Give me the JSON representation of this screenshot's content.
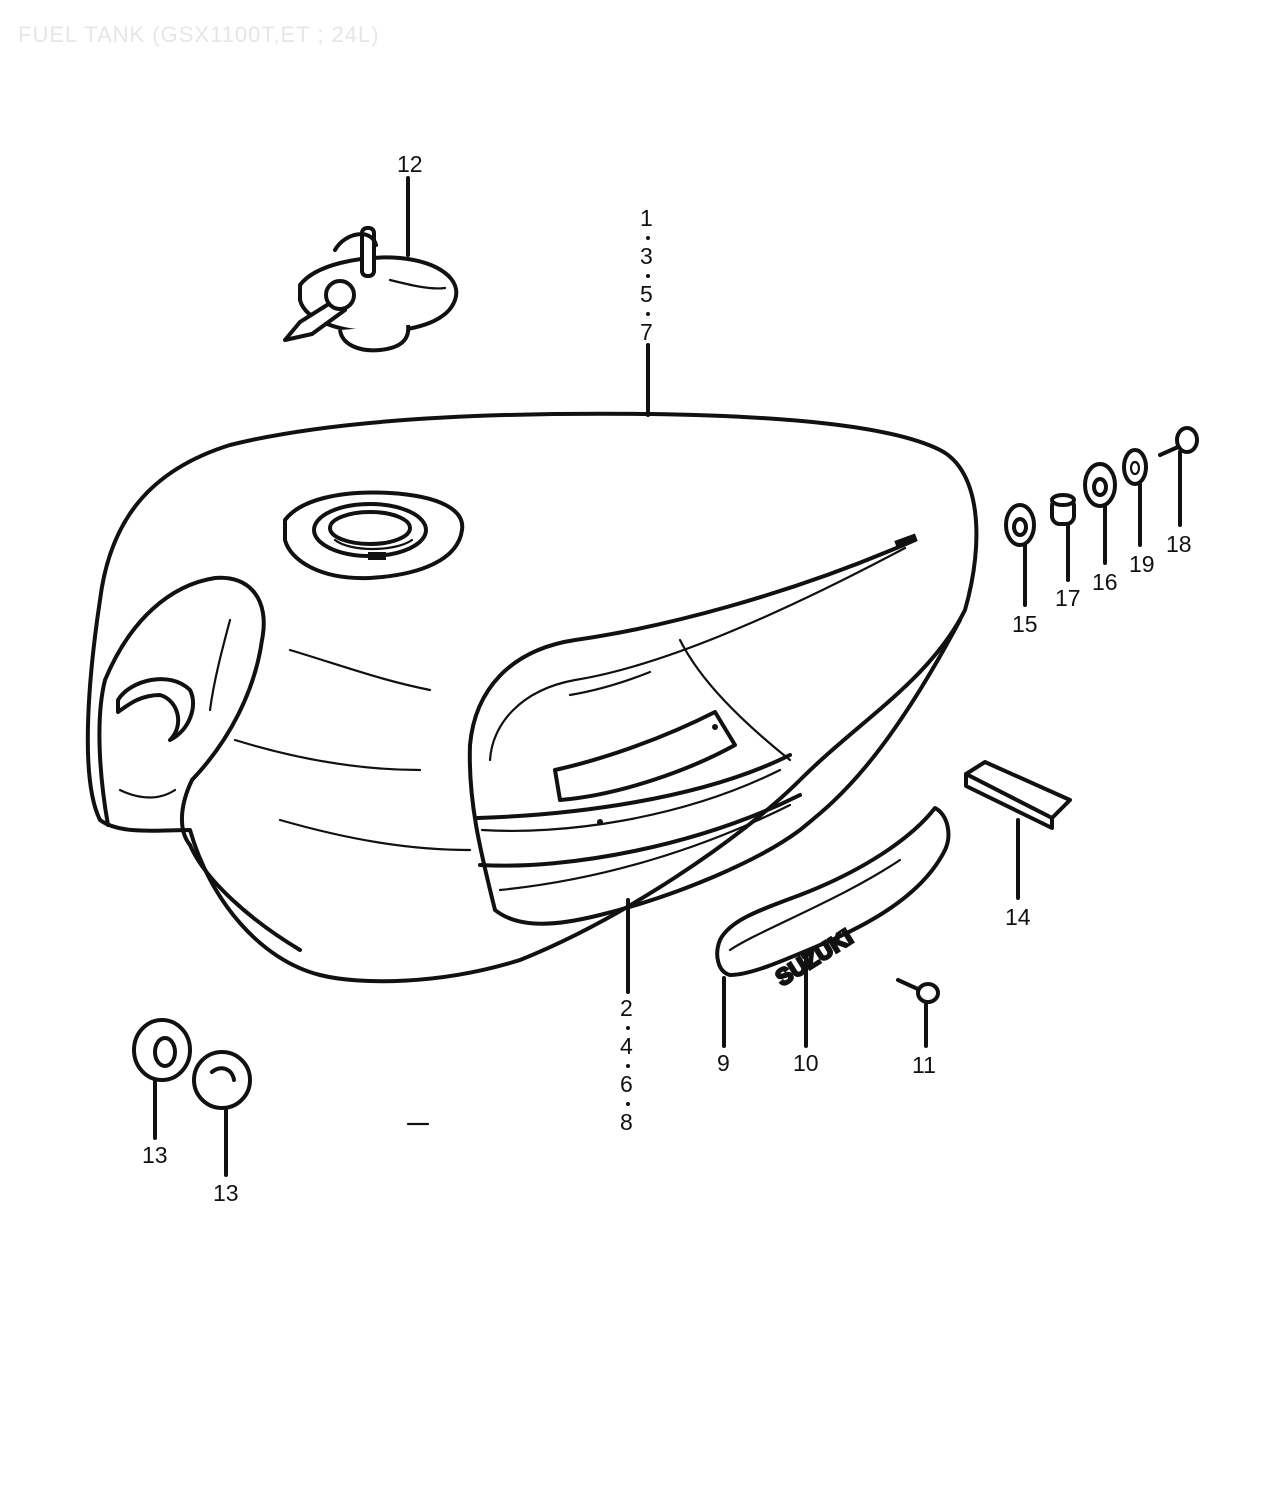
{
  "title": "FUEL TANK (GSX1100T,ET ; 24L)",
  "emblem_text": "SUZUKI",
  "callouts": {
    "c12": "12",
    "c_tank_top": [
      "1",
      "3",
      "5",
      "7"
    ],
    "c_tank_bottom": [
      "2",
      "4",
      "6",
      "8"
    ],
    "c9": "9",
    "c10": "10",
    "c11": "11",
    "c13a": "13",
    "c13b": "13",
    "c14": "14",
    "c15": "15",
    "c16": "16",
    "c17": "17",
    "c18": "18",
    "c19": "19"
  }
}
